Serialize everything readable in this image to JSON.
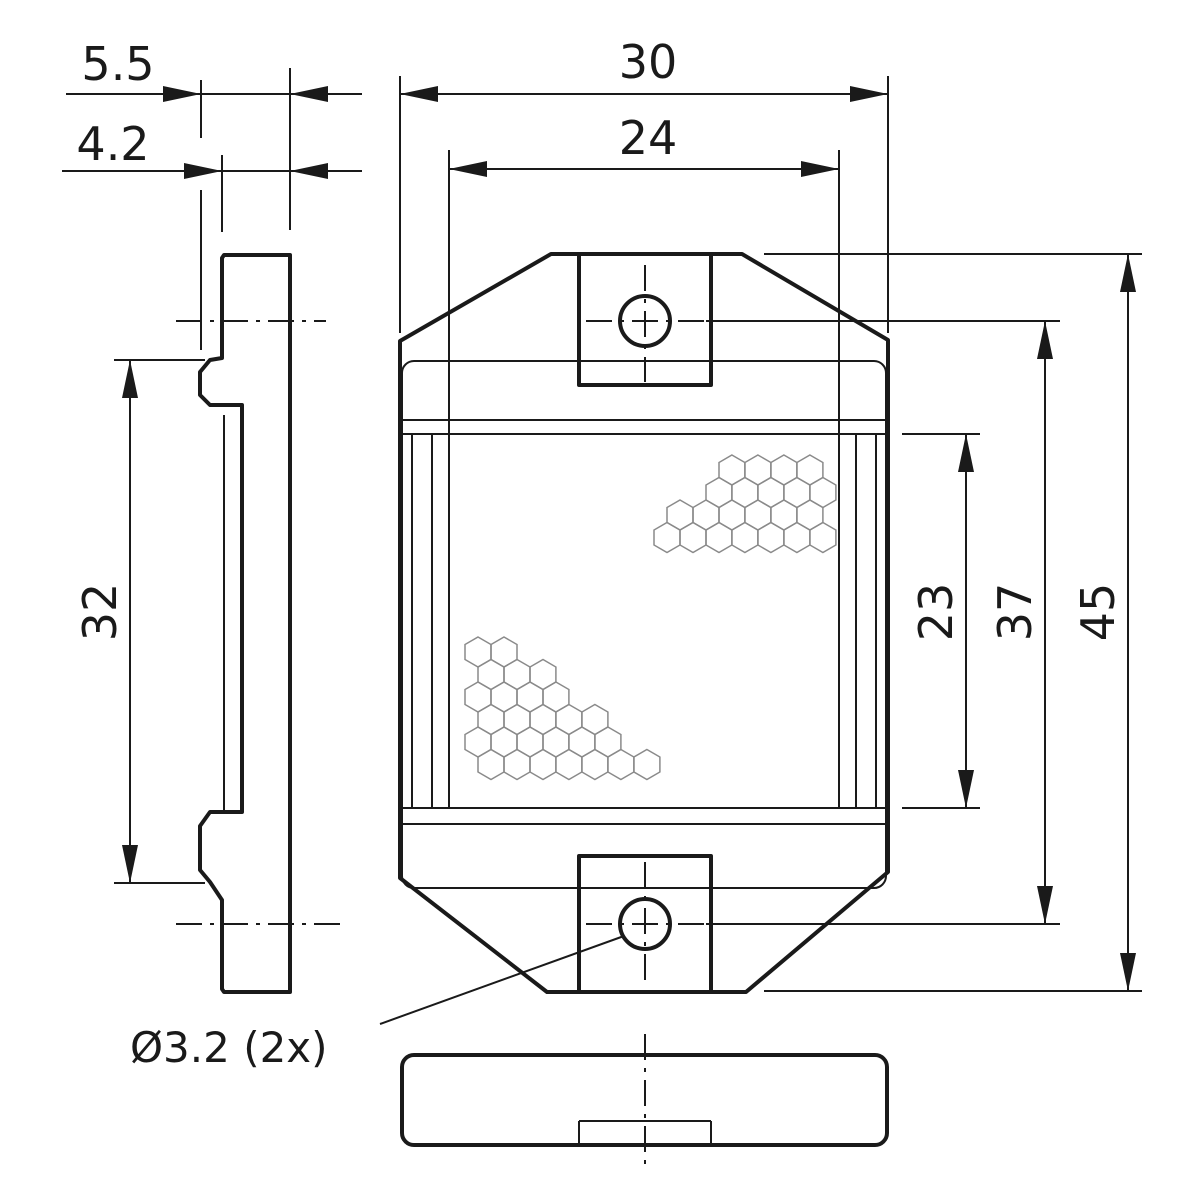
{
  "dimensions": {
    "top_width": "30",
    "inner_width": "24",
    "total_height": "45",
    "hole_spacing": "37",
    "window_height": "23",
    "side_height": "32",
    "side_depth": "5.5",
    "side_body_depth": "4.2"
  },
  "note": {
    "hole_label": "Ø3.2 (2x)"
  }
}
